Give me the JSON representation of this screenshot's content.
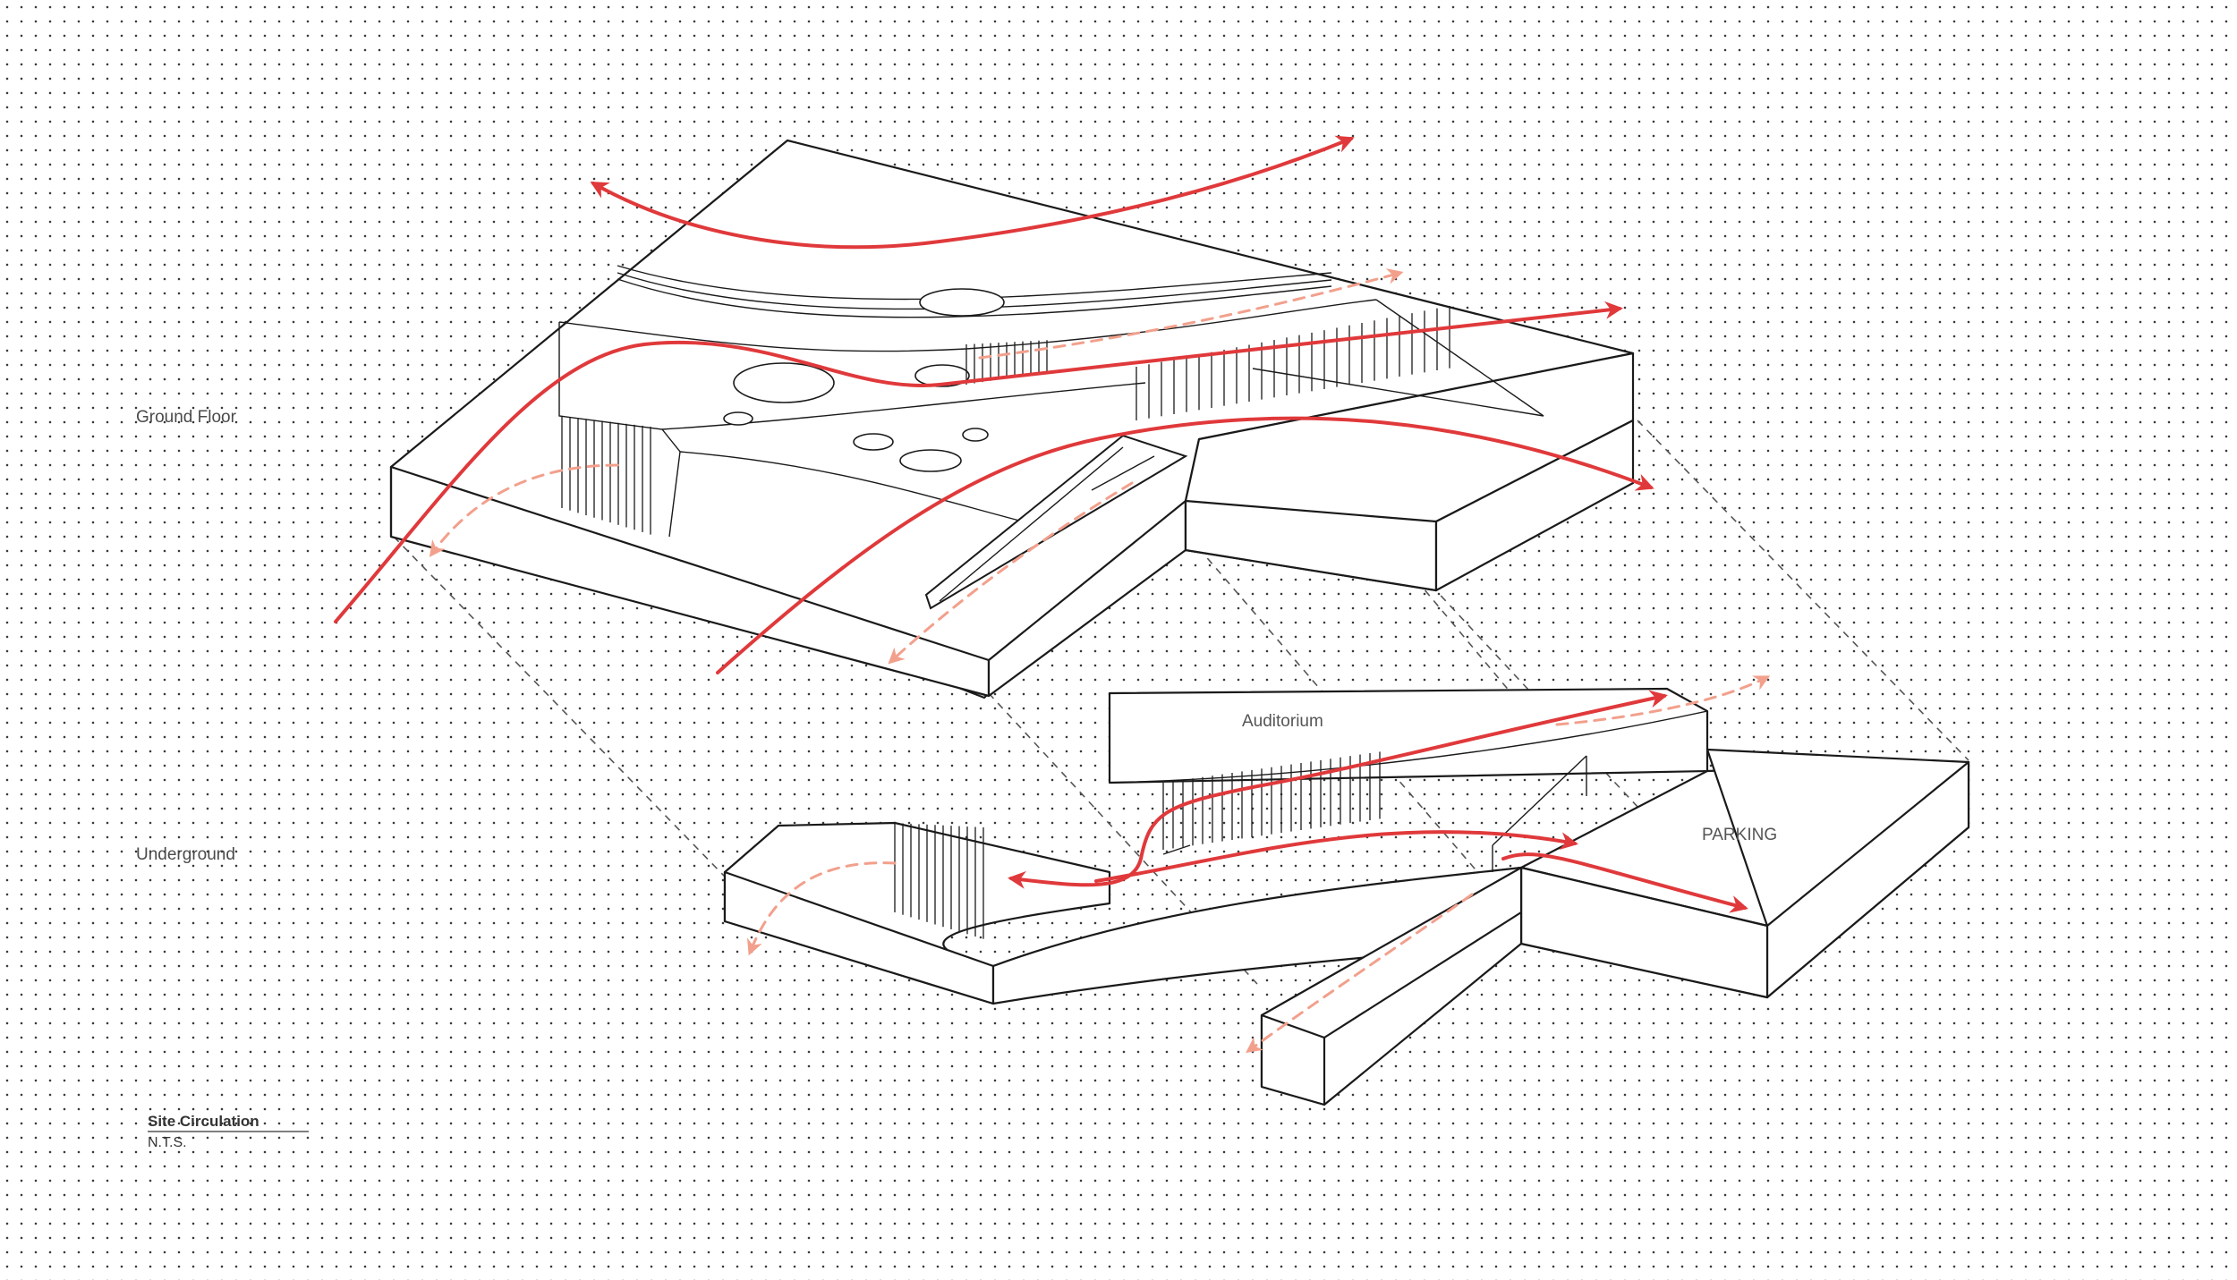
{
  "labels": {
    "ground_floor": "Ground Floor",
    "underground": "Underground",
    "auditorium": "Auditorium",
    "parking": "PARKING"
  },
  "title_block": {
    "title": "Site Circulation",
    "scale": "N.T.S."
  },
  "colors": {
    "primary_circulation": "#e0393b",
    "secondary_circulation": "#f2a08c",
    "linework": "#1a1a1a",
    "dot_pattern": "#3a3a3a"
  }
}
